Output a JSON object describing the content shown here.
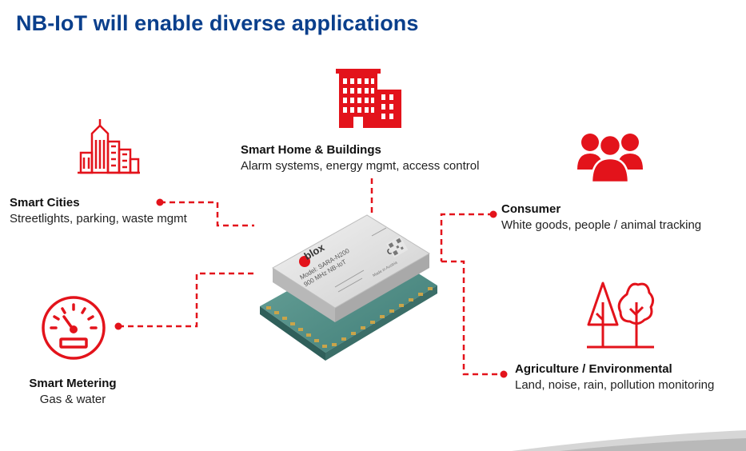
{
  "title": "NB-IoT will enable diverse applications",
  "colors": {
    "title": "#0a3f8c",
    "accent_red": "#e3131b",
    "text": "#1a1a1a"
  },
  "module": {
    "brand": "blox",
    "model": "Model: SARA-N200",
    "band": "900 MHz NB-IoT",
    "origin": "Made in Austria",
    "ce_mark": "CE"
  },
  "applications": {
    "smart_cities": {
      "title": "Smart Cities",
      "desc": "Streetlights, parking, waste mgmt",
      "icon": "city-skyline-icon"
    },
    "smart_home": {
      "title": "Smart Home & Buildings",
      "desc": "Alarm systems, energy mgmt, access control",
      "icon": "office-building-icon"
    },
    "consumer": {
      "title": "Consumer",
      "desc": "White goods, people / animal tracking",
      "icon": "people-group-icon"
    },
    "smart_metering": {
      "title": "Smart Metering",
      "desc": "Gas & water",
      "icon": "meter-gauge-icon"
    },
    "agriculture": {
      "title": "Agriculture / Environmental",
      "desc": "Land, noise, rain, pollution monitoring",
      "icon": "trees-icon"
    }
  }
}
